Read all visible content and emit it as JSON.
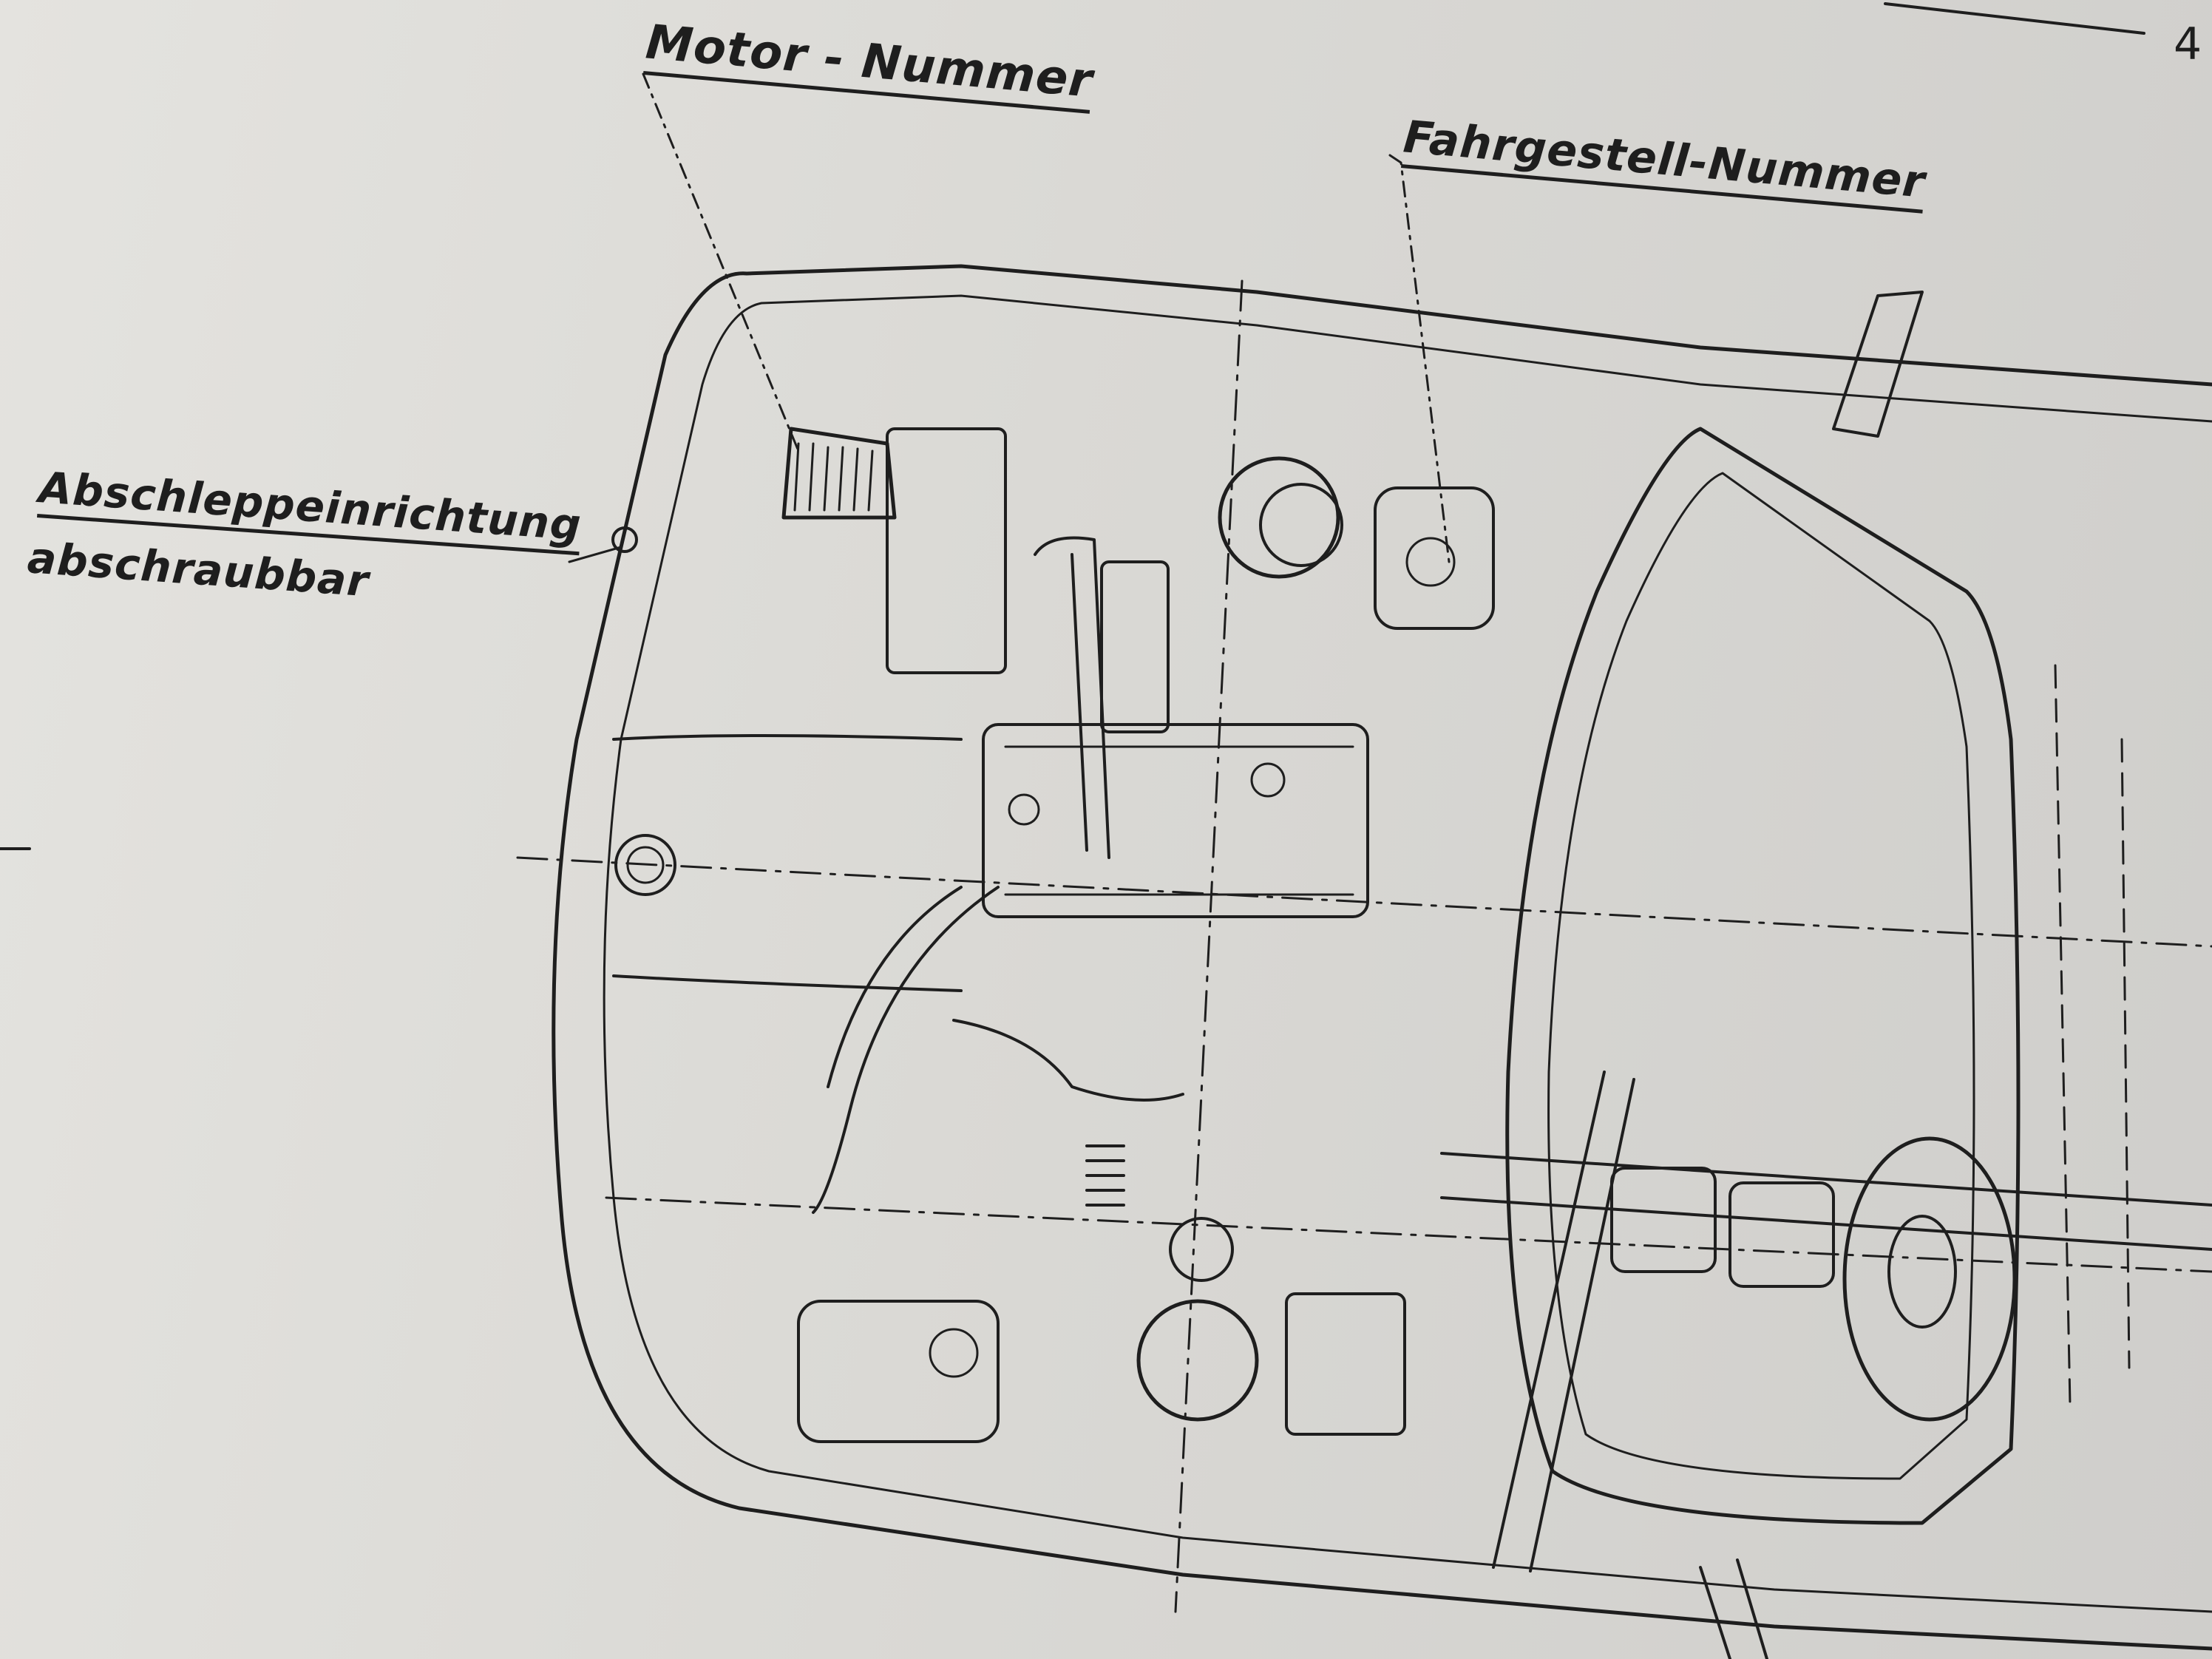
{
  "labels": {
    "engine_number": "Motor - Nummer",
    "chassis_number": "Fahrgestell-Nummer",
    "towing_device_line1": "Abschleppeinrichtung",
    "towing_device_line2": "abschraubbar",
    "page_number_fragment": "4"
  },
  "colors": {
    "paper": "#dad9d5",
    "ink": "#1e1e1e"
  }
}
